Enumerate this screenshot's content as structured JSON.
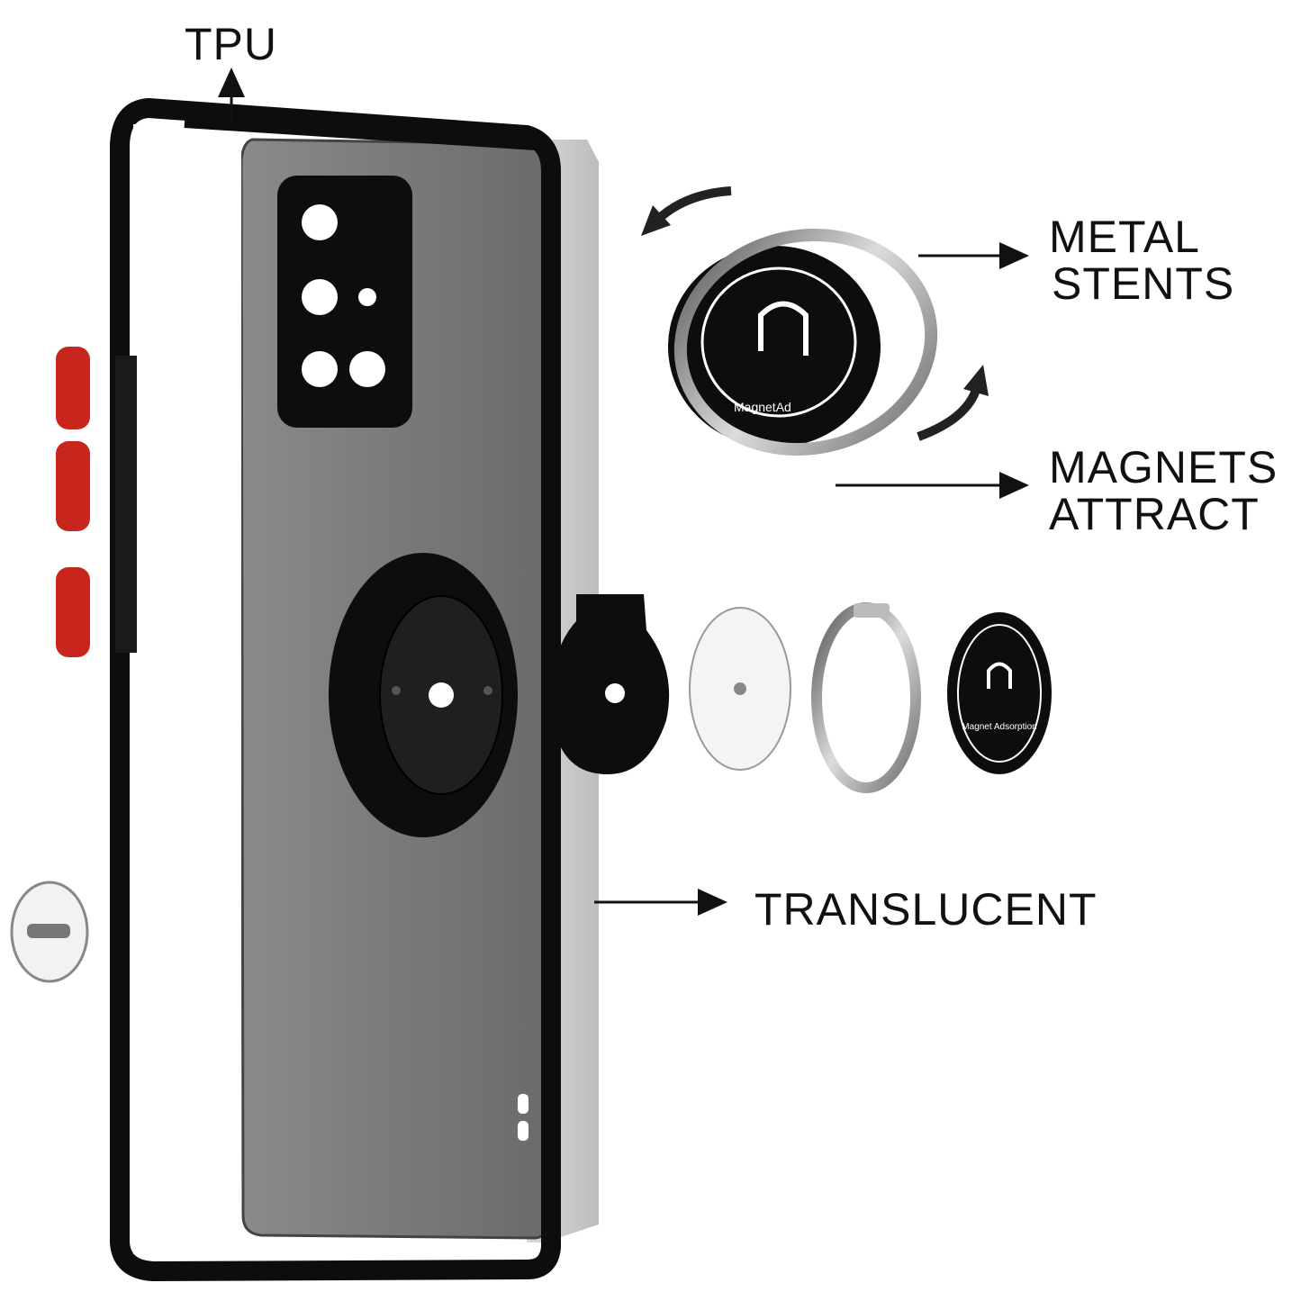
{
  "labels": {
    "tpu": "TPU",
    "metal_stents_line1": "METAL",
    "metal_stents_line2": "STENTS",
    "magnets_attract_line1": "MAGNETS",
    "magnets_attract_line2": "ATTRACT",
    "translucent": "TRANSLUCENT"
  },
  "product_text": {
    "ring_plate_text": "MagnetAd",
    "disc_plate_text": "Magnet Adsorption"
  },
  "colors": {
    "frame": "#0d0d0d",
    "translucent_back": "#7b7b7b",
    "side_buttons": "#c8261d",
    "ring_metal": "#9a9a9a",
    "labels": "#111111"
  }
}
